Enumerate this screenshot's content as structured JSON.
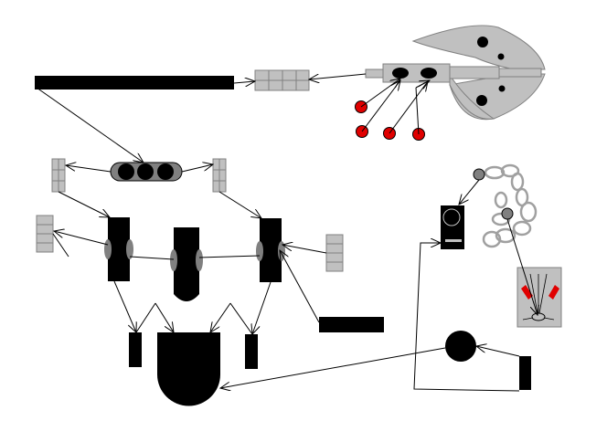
{
  "diagram": {
    "colors": {
      "background": "#ffffff",
      "solid": "#000000",
      "panel": "#c0c0c0",
      "mid_gray": "#808080",
      "marker_red": "#e00000",
      "line": "#000000"
    },
    "components": [
      "long-black-bar",
      "gray-grid-connector",
      "fan-blade-assembly",
      "red-indicator-dots",
      "triple-circle-panel",
      "small-grid-blocks",
      "cylinder-blocks",
      "dome-chamber",
      "black-slab",
      "camera-unit",
      "chain-coil",
      "red-marker-box",
      "black-disc",
      "black-post"
    ]
  }
}
